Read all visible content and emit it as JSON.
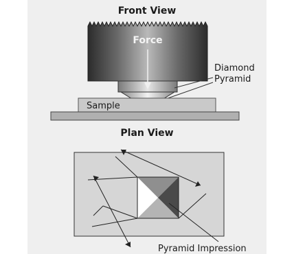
{
  "figure": {
    "front_view_title": "Front View",
    "force_label": "Force",
    "diamond_label_line1": "Diamond",
    "diamond_label_line2": "Pyramid",
    "sample_label": "Sample",
    "plan_view_title": "Plan View",
    "impression_label": "Pyramid Impression"
  },
  "colors": {
    "panel_background": "#efefef",
    "sample_fill": "#c9c9c9",
    "base_fill": "#b0b0b0",
    "plan_plate_fill": "#d6d6d6",
    "line": "#222222"
  }
}
